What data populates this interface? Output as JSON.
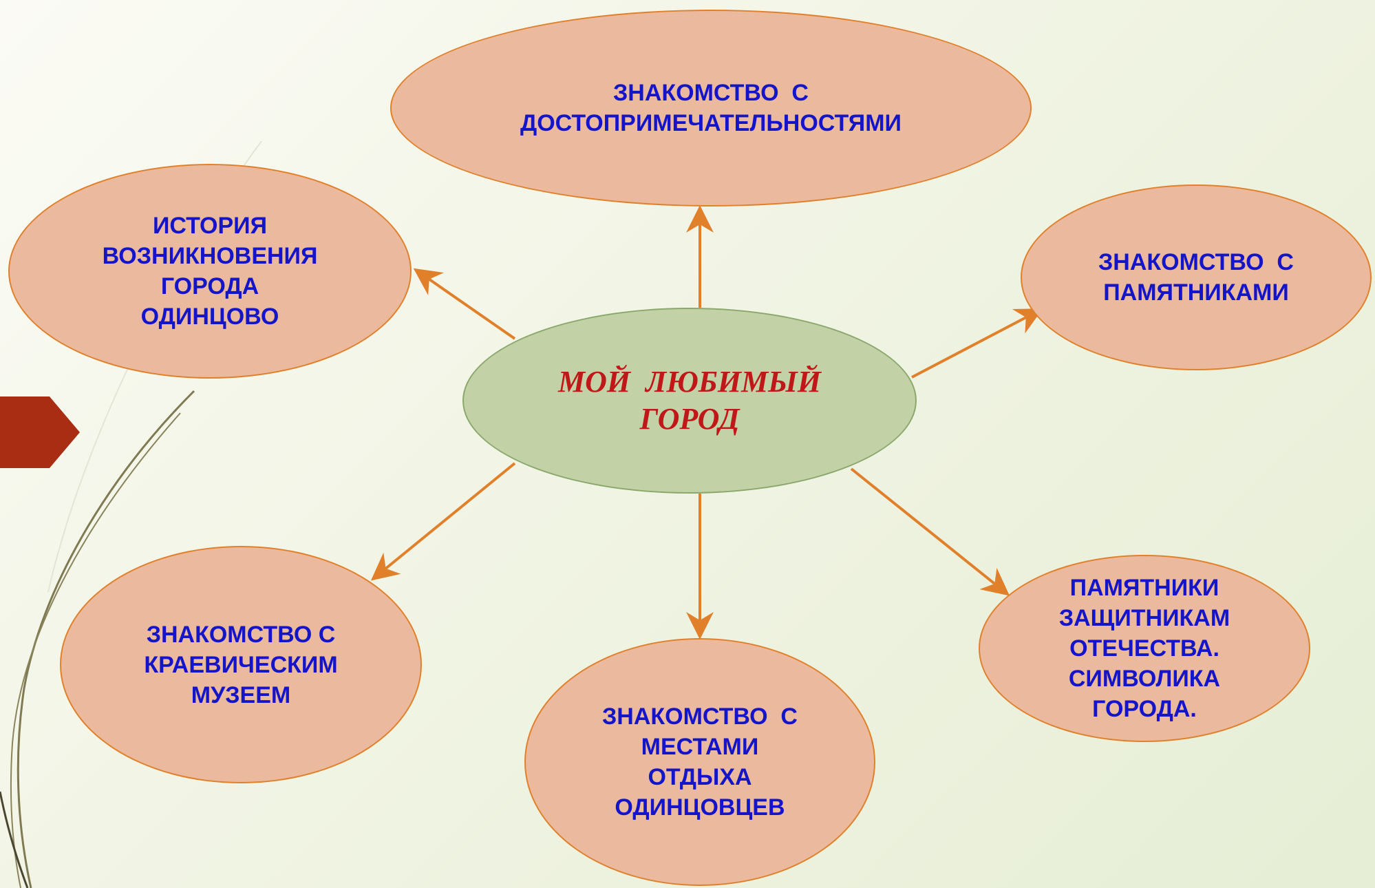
{
  "center": {
    "lines": [
      "МОЙ  ЛЮБИМЫЙ",
      "ГОРОД"
    ]
  },
  "topics": {
    "sights": {
      "lines": [
        "ЗНАКОМСТВО  С",
        "ДОСТОПРИМЕЧАТЕЛЬНОСТЯМИ"
      ]
    },
    "history": {
      "lines": [
        "ИСТОРИЯ",
        "ВОЗНИКНОВЕНИЯ",
        "ГОРОДА",
        "ОДИНЦОВО"
      ]
    },
    "monuments": {
      "lines": [
        "ЗНАКОМСТВО  С",
        "ПАМЯТНИКАМИ"
      ]
    },
    "museum": {
      "lines": [
        "ЗНАКОМСТВО С",
        "КРАЕВИЧЕСКИМ",
        "МУЗЕЕМ"
      ]
    },
    "leisure": {
      "lines": [
        "ЗНАКОМСТВО  С",
        "МЕСТАМИ",
        "ОТДЫХА",
        "ОДИНЦОВЦЕВ"
      ]
    },
    "defenders": {
      "lines": [
        "ПАМЯТНИКИ",
        "ЗАЩИТНИКАМ",
        "ОТЕЧЕСТВА.",
        "СИМВОЛИКА",
        "ГОРОДА."
      ]
    }
  },
  "colors": {
    "topic_fill": "#ebb99e",
    "topic_border": "#e0802a",
    "center_fill": "#c3d1a7",
    "arrow": "#e0802a",
    "topic_text": "#1414c8",
    "center_text": "#c01818",
    "marker": "#a92d12"
  }
}
